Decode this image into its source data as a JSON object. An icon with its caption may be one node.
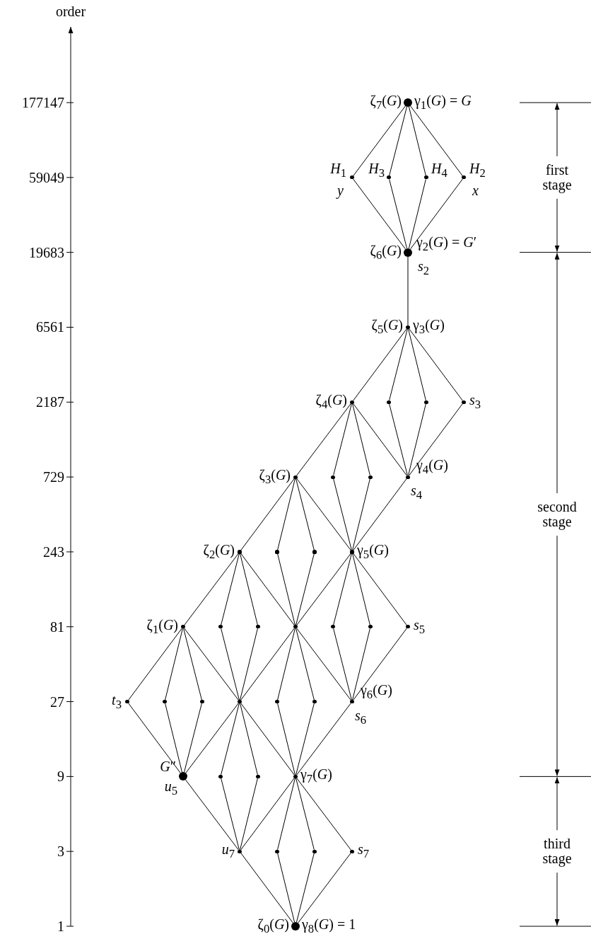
{
  "diagram": {
    "nodes": [
      {
        "text": [
          "ζ$_{7}$(*G*)",
          "γ$_{1}$(*G*) = *G*"
        ]
      },
      {
        "text": [
          "*H*$_{1}$",
          "*y*"
        ]
      },
      {
        "text": [
          "*H*$_{3}$"
        ]
      },
      {
        "text": [
          "*H*$_{4}$"
        ]
      },
      {
        "text": [
          "*H*$_{2}$",
          "*x*"
        ]
      },
      {
        "text": [
          "ζ$_{6}$(*G*)",
          "γ$_{2}$(*G*) = *G*′",
          "*s*$_{2}$"
        ]
      },
      {
        "text": [
          "ζ$_{5}$(*G*)",
          "γ$_{3}$(*G*)"
        ]
      },
      {
        "text": [
          "ζ$_{4}$(*G*)"
        ]
      },
      {
        "text": [],
        "shape": "circle"
      },
      {
        "text": [],
        "shape": "circle"
      },
      {
        "text": [
          "*s*$_{3}$"
        ]
      },
      {
        "text": [
          "ζ$_{3}$(*G*)"
        ]
      },
      {
        "text": [],
        "shape": "circle"
      },
      {
        "text": [],
        "shape": "circle"
      },
      {
        "text": [
          "γ$_{4}$(*G*)",
          "*s*$_{4}$"
        ]
      },
      {
        "text": [
          "ζ$_{2}$(*G*)"
        ]
      },
      {
        "text": [],
        "shape": "circle"
      },
      {
        "text": [],
        "shape": "circle"
      },
      {
        "text": [
          "γ$_{5}$(*G*)"
        ]
      },
      {
        "text": [
          "ζ$_{1}$(*G*)"
        ]
      },
      {
        "text": [],
        "shape": "circle"
      },
      {
        "text": [],
        "shape": "circle"
      },
      {
        "text": [],
        "shape": "circle"
      },
      {
        "text": [],
        "shape": "circle"
      },
      {
        "text": [],
        "shape": "circle"
      },
      {
        "text": [
          "*s*$_{5}$"
        ]
      },
      {
        "text": [
          "*t*$_{3}$"
        ]
      },
      {
        "text": [],
        "shape": "circle"
      },
      {
        "text": [],
        "shape": "circle"
      },
      {
        "text": [],
        "shape": "circle"
      },
      {
        "text": [],
        "shape": "circle"
      },
      {
        "text": [],
        "shape": "circle"
      },
      {
        "text": [
          "γ$_{6}$(*G*)",
          "*s*$_{6}$"
        ]
      },
      {
        "text": [
          "*G*″",
          "*u*$_{5}$"
        ]
      },
      {
        "text": [],
        "shape": "circle"
      },
      {
        "text": [],
        "shape": "circle"
      },
      {
        "text": [
          "γ$_{7}$(*G*)"
        ]
      },
      {
        "text": [
          "*u*$_{7}$"
        ]
      },
      {
        "text": [],
        "shape": "circle"
      },
      {
        "text": [],
        "shape": "circle"
      },
      {
        "text": [
          "*s*$_{7}$"
        ]
      },
      {
        "text": [
          "ζ$_{0}$(*G*)",
          "γ$_{8}$(*G*) = 1"
        ]
      }
    ],
    "edges": [
      {
        "from": 0,
        "to": 1,
        "arrow": "none"
      },
      {
        "from": 0,
        "to": 2,
        "arrow": "none"
      },
      {
        "from": 0,
        "to": 3,
        "arrow": "none"
      },
      {
        "from": 0,
        "to": 4,
        "arrow": "none"
      },
      {
        "from": 1,
        "to": 5,
        "arrow": "none"
      },
      {
        "from": 2,
        "to": 5,
        "arrow": "none"
      },
      {
        "from": 3,
        "to": 5,
        "arrow": "none"
      },
      {
        "from": 4,
        "to": 5,
        "arrow": "none"
      },
      {
        "from": 5,
        "to": 6,
        "arrow": "none"
      },
      {
        "from": 6,
        "to": 7,
        "arrow": "none"
      },
      {
        "from": 6,
        "to": 8,
        "arrow": "none"
      },
      {
        "from": 6,
        "to": 9,
        "arrow": "none"
      },
      {
        "from": 6,
        "to": 10,
        "arrow": "none"
      },
      {
        "from": 7,
        "to": 14,
        "arrow": "none"
      },
      {
        "from": 8,
        "to": 14,
        "arrow": "none"
      },
      {
        "from": 9,
        "to": 14,
        "arrow": "none"
      },
      {
        "from": 10,
        "to": 14,
        "arrow": "none"
      },
      {
        "from": 7,
        "to": 11,
        "arrow": "none"
      },
      {
        "from": 7,
        "to": 12,
        "arrow": "none"
      },
      {
        "from": 7,
        "to": 13,
        "arrow": "none"
      },
      {
        "from": 11,
        "to": 18,
        "arrow": "none"
      },
      {
        "from": 12,
        "to": 18,
        "arrow": "none"
      },
      {
        "from": 13,
        "to": 18,
        "arrow": "none"
      },
      {
        "from": 14,
        "to": 18,
        "arrow": "none"
      },
      {
        "from": 11,
        "to": 15,
        "arrow": "none"
      },
      {
        "from": 11,
        "to": 16,
        "arrow": "none"
      },
      {
        "from": 11,
        "to": 17,
        "arrow": "none"
      },
      {
        "from": 15,
        "to": 22,
        "arrow": "none"
      },
      {
        "from": 16,
        "to": 22,
        "arrow": "none"
      },
      {
        "from": 17,
        "to": 22,
        "arrow": "none"
      },
      {
        "from": 18,
        "to": 22,
        "arrow": "none"
      },
      {
        "from": 18,
        "to": 23,
        "arrow": "none"
      },
      {
        "from": 18,
        "to": 24,
        "arrow": "none"
      },
      {
        "from": 18,
        "to": 25,
        "arrow": "none"
      },
      {
        "from": 22,
        "to": 32,
        "arrow": "none"
      },
      {
        "from": 23,
        "to": 32,
        "arrow": "none"
      },
      {
        "from": 24,
        "to": 32,
        "arrow": "none"
      },
      {
        "from": 25,
        "to": 32,
        "arrow": "none"
      },
      {
        "from": 15,
        "to": 19,
        "arrow": "none"
      },
      {
        "from": 15,
        "to": 20,
        "arrow": "none"
      },
      {
        "from": 15,
        "to": 21,
        "arrow": "none"
      },
      {
        "from": 19,
        "to": 29,
        "arrow": "none"
      },
      {
        "from": 20,
        "to": 29,
        "arrow": "none"
      },
      {
        "from": 21,
        "to": 29,
        "arrow": "none"
      },
      {
        "from": 22,
        "to": 29,
        "arrow": "none"
      },
      {
        "from": 22,
        "to": 30,
        "arrow": "none"
      },
      {
        "from": 22,
        "to": 31,
        "arrow": "none"
      },
      {
        "from": 29,
        "to": 36,
        "arrow": "none"
      },
      {
        "from": 30,
        "to": 36,
        "arrow": "none"
      },
      {
        "from": 31,
        "to": 36,
        "arrow": "none"
      },
      {
        "from": 32,
        "to": 36,
        "arrow": "none"
      },
      {
        "from": 19,
        "to": 26,
        "arrow": "none"
      },
      {
        "from": 19,
        "to": 27,
        "arrow": "none"
      },
      {
        "from": 19,
        "to": 28,
        "arrow": "none"
      },
      {
        "from": 26,
        "to": 33,
        "arrow": "none"
      },
      {
        "from": 27,
        "to": 33,
        "arrow": "none"
      },
      {
        "from": 28,
        "to": 33,
        "arrow": "none"
      },
      {
        "from": 29,
        "to": 33,
        "arrow": "none"
      },
      {
        "from": 29,
        "to": 34,
        "arrow": "none"
      },
      {
        "from": 29,
        "to": 35,
        "arrow": "none"
      },
      {
        "from": 33,
        "to": 37,
        "arrow": "none"
      },
      {
        "from": 34,
        "to": 37,
        "arrow": "none"
      },
      {
        "from": 35,
        "to": 37,
        "arrow": "none"
      },
      {
        "from": 36,
        "to": 37,
        "arrow": "none"
      },
      {
        "from": 36,
        "to": 38,
        "arrow": "none"
      },
      {
        "from": 36,
        "to": 39,
        "arrow": "none"
      },
      {
        "from": 36,
        "to": 40,
        "arrow": "none"
      },
      {
        "from": 37,
        "to": 41,
        "arrow": "none"
      },
      {
        "from": 38,
        "to": 41,
        "arrow": "none"
      },
      {
        "from": 39,
        "to": 41,
        "arrow": "none"
      },
      {
        "from": 40,
        "to": 41,
        "arrow": "none"
      }
    ],
    "labels": [
      "order",
      "177147",
      "59049",
      "19683",
      "6561",
      "2187",
      "729",
      "243",
      "81",
      "27",
      "9",
      "3",
      "1",
      "first stage",
      "second stage",
      "third stage"
    ]
  }
}
